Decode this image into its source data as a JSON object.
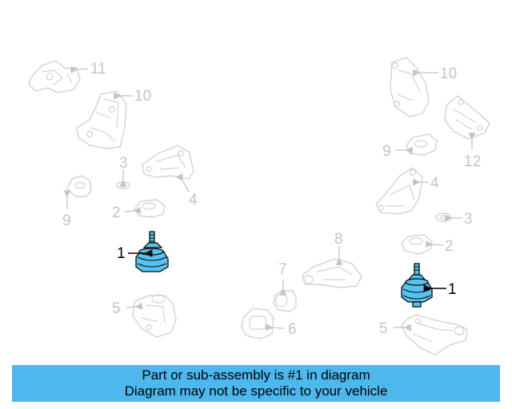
{
  "colors": {
    "banner_background": "#4db8ee",
    "highlight_fill": "#56c2ee",
    "ghost_parts": "#d2d2d2"
  },
  "callouts": {
    "left": {
      "n11": "11",
      "n10": "10",
      "n3": "3",
      "n4": "4",
      "n9": "9",
      "n2": "2",
      "n1": "1",
      "n5": "5"
    },
    "center": {
      "n8": "8",
      "n7": "7",
      "n6": "6"
    },
    "right": {
      "n10": "10",
      "n9": "9",
      "n12": "12",
      "n4": "4",
      "n3": "3",
      "n2": "2",
      "n1": "1",
      "n5": "5"
    }
  },
  "banner": {
    "line1": "Part or sub-assembly is #1 in diagram",
    "line2": "Diagram may not be specific to your vehicle"
  }
}
